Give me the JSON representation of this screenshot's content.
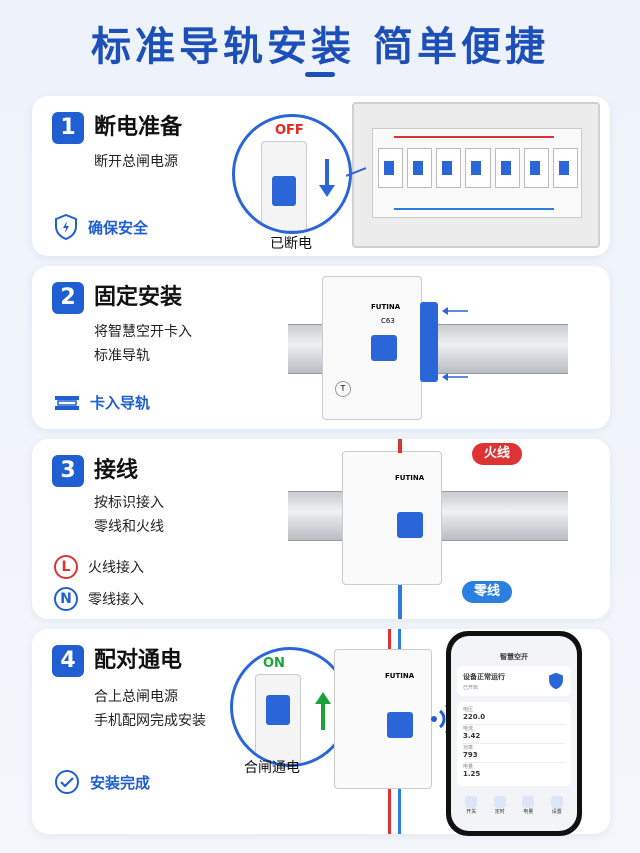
{
  "title": "标准导轨安装 简单便捷",
  "steps": [
    {
      "number": "1",
      "title": "断电准备",
      "desc": [
        "断开总闸电源"
      ],
      "tip": "确保安全",
      "badge": "OFF",
      "caption": "已断电"
    },
    {
      "number": "2",
      "title": "固定安装",
      "desc": [
        "将智慧空开卡入",
        "标准导轨"
      ],
      "tip": "卡入导轨"
    },
    {
      "number": "3",
      "title": "接线",
      "desc": [
        "按标识接入",
        "零线和火线"
      ],
      "live_symbol": "L",
      "live_label": "火线接入",
      "neutral_symbol": "N",
      "neutral_label": "零线接入",
      "tag_live": "火线",
      "tag_neutral": "零线"
    },
    {
      "number": "4",
      "title": "配对通电",
      "desc": [
        "合上总闸电源",
        "手机配网完成安装"
      ],
      "tip": "安装完成",
      "badge": "ON",
      "caption": "合闸通电"
    }
  ],
  "breaker": {
    "brand": "FUTINA",
    "model": "智慧空开",
    "code": "C63",
    "test": "T"
  },
  "colors": {
    "accent": "#1f5fd1",
    "live": "#d33",
    "neutral": "#2a7fe0"
  },
  "phone": {
    "app_title": "智慧空开",
    "status": "设备正常运行",
    "status_sub": "已开启",
    "rows": [
      {
        "label": "电压",
        "value": "220.0"
      },
      {
        "label": "电流",
        "value": "3.42"
      },
      {
        "label": "功率",
        "value": "793"
      },
      {
        "label": "电量",
        "value": "1.25"
      }
    ],
    "nav": [
      "开关",
      "定时",
      "电量",
      "设置"
    ]
  }
}
